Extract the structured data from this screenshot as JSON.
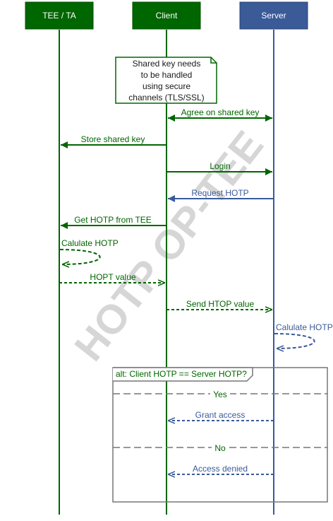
{
  "participants": [
    {
      "label": "TEE / TA",
      "color": "#006600"
    },
    {
      "label": "Client",
      "color": "#006600"
    },
    {
      "label": "Server",
      "color": "#3a5a98"
    }
  ],
  "note": {
    "lines": [
      "Shared key needs",
      "to be handled",
      "using secure",
      "channels (TLS/SSL)"
    ]
  },
  "watermark": "HOTP OP-TEE",
  "messages": [
    {
      "label": "Agree on shared key",
      "color": "#006600"
    },
    {
      "label": "Store shared key",
      "color": "#006600"
    },
    {
      "label": "Login",
      "color": "#006600"
    },
    {
      "label": "Request HOTP",
      "color": "#3a5a98"
    },
    {
      "label": "Get HOTP from TEE",
      "color": "#006600"
    },
    {
      "label": "Calulate HOTP",
      "color": "#006600"
    },
    {
      "label": "HOPT value",
      "color": "#006600"
    },
    {
      "label": "Send HTOP value",
      "color": "#006600"
    },
    {
      "label": "Calulate HOTP",
      "color": "#3a5a98"
    },
    {
      "label": "Grant access",
      "color": "#3a5a98"
    },
    {
      "label": "Access denied",
      "color": "#3a5a98"
    }
  ],
  "alt_frame": {
    "title": "alt: Client HOTP == Server HOTP?",
    "conditions": [
      "Yes",
      "No"
    ],
    "color": "#777777"
  }
}
